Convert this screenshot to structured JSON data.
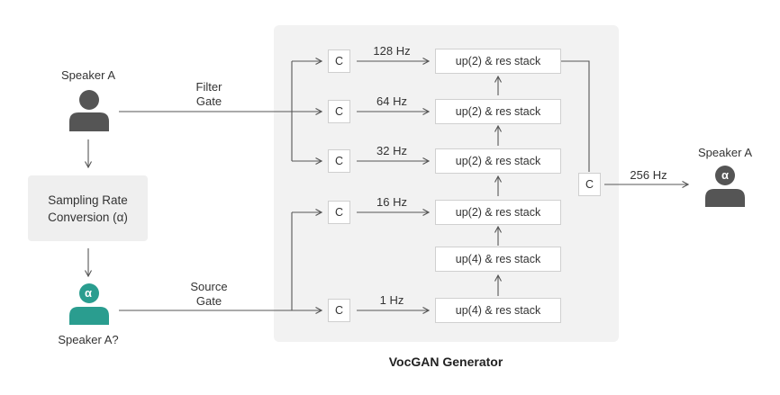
{
  "speaker_top": "Speaker A",
  "converter": {
    "line1": "Sampling Rate",
    "line2": "Conversion (α)"
  },
  "speaker_converted": "Speaker A?",
  "alpha_symbol": "α",
  "filter_gate": {
    "line1": "Filter",
    "line2": "Gate"
  },
  "source_gate": {
    "line1": "Source",
    "line2": "Gate"
  },
  "concat_label": "C",
  "rates": [
    "128 Hz",
    "64 Hz",
    "32 Hz",
    "16 Hz",
    "1 Hz"
  ],
  "stacks": [
    "up(2) & res stack",
    "up(2) & res stack",
    "up(2) & res stack",
    "up(2) & res stack",
    "up(4) & res stack",
    "up(4) & res stack"
  ],
  "output_rate": "256 Hz",
  "speaker_output": "Speaker A",
  "generator_title": "VocGAN Generator",
  "colors": {
    "person_gray": "#555555",
    "person_teal": "#2a9d8f",
    "panel": "#f2f2f2"
  }
}
